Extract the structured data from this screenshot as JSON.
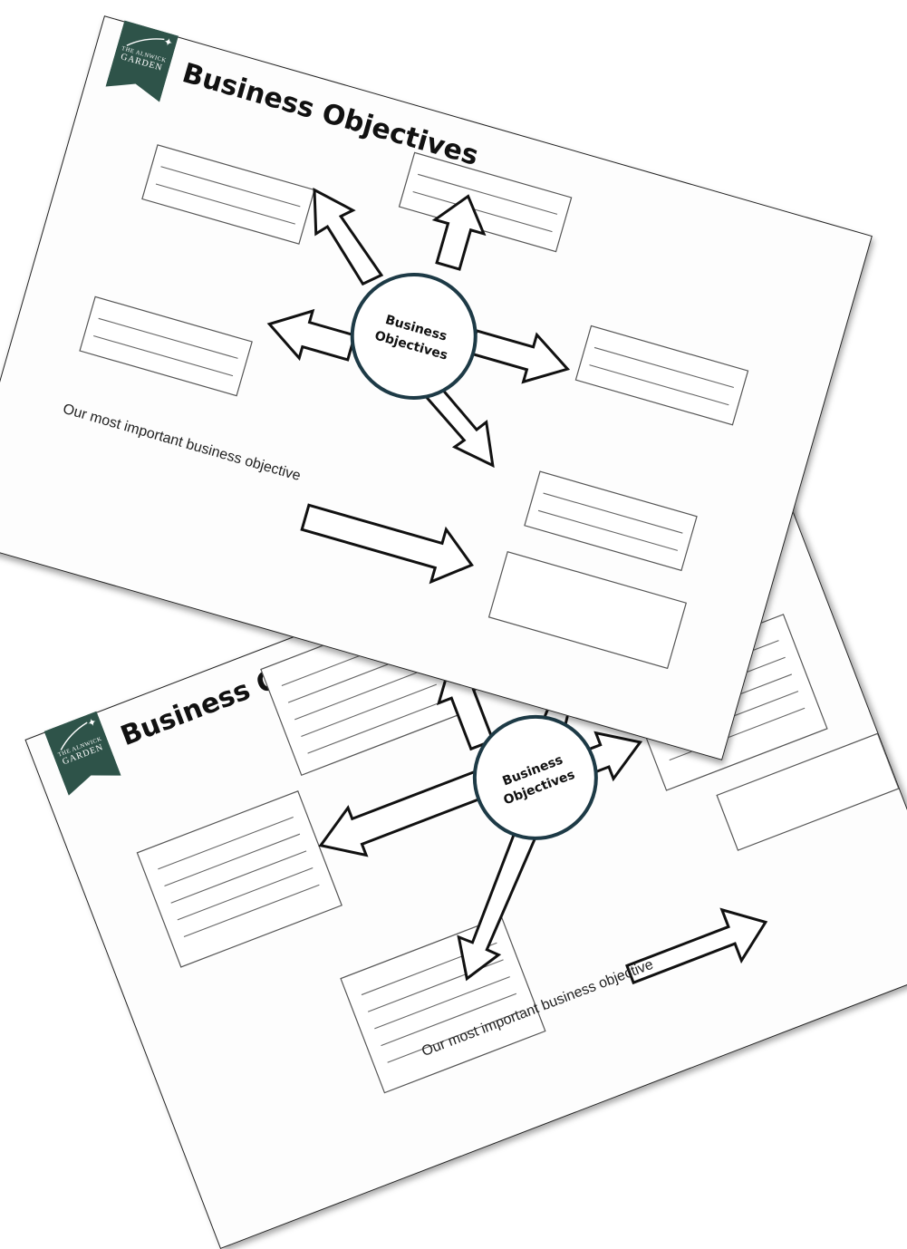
{
  "sheets": [
    {
      "logo": {
        "line1": "THE ALNWICK",
        "line2": "GARDEN"
      },
      "title": "Business Objectives",
      "hub_label_line1": "Business",
      "hub_label_line2": "Objectives",
      "footer": "Our most important business objective"
    },
    {
      "logo": {
        "line1": "THE ALNWICK",
        "line2": "GARDEN"
      },
      "title": "Business Objectives",
      "hub_label_line1": "Business",
      "hub_label_line2": "Objectives",
      "footer": "Our most important business objective"
    }
  ],
  "colors": {
    "brand_green": "#2e5349",
    "hub_border": "#1d3a46"
  }
}
